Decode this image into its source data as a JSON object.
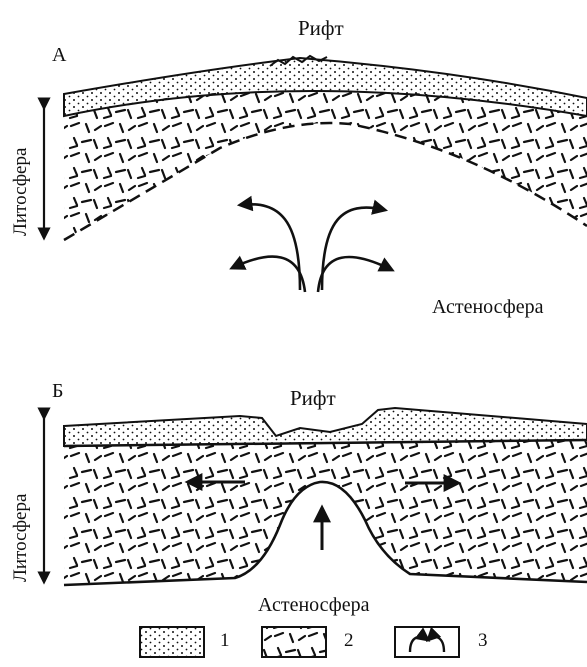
{
  "panel_a": {
    "letter": "А",
    "rift_label": "Рифт",
    "lithosphere_label": "Литосфера",
    "asthenosphere_label": "Астеносфера"
  },
  "panel_b": {
    "letter": "Б",
    "rift_label": "Рифт",
    "lithosphere_label": "Литосфера",
    "asthenosphere_label": "Астеносфера"
  },
  "legend": {
    "items": [
      {
        "number": "1",
        "pattern": "dots"
      },
      {
        "number": "2",
        "pattern": "dashes"
      },
      {
        "number": "3",
        "pattern": "arrows"
      }
    ]
  },
  "colors": {
    "ink": "#111111",
    "background": "#ffffff"
  }
}
